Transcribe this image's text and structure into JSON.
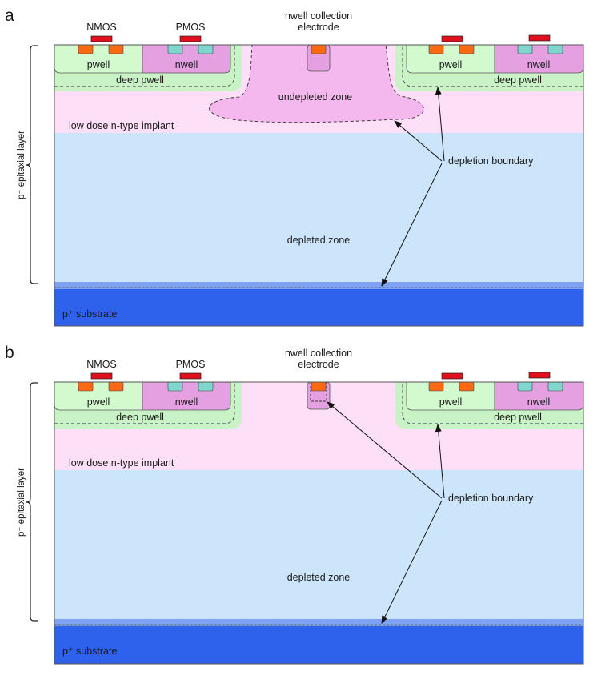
{
  "panels": [
    {
      "letter": "a",
      "nmos": "NMOS",
      "pmos": "PMOS",
      "electrode_line1": "nwell collection",
      "electrode_line2": "electrode",
      "pwell_left": "pwell",
      "nwell_left": "nwell",
      "deep_pwell_left": "deep pwell",
      "pwell_right": "pwell",
      "nwell_right": "nwell",
      "deep_pwell_right": "deep pwell",
      "undepleted_zone": "undepleted zone",
      "implant": "low dose n-type implant",
      "depleted_zone": "depleted zone",
      "depletion_boundary": "depletion boundary",
      "epi_layer": "p⁻ epitaxial layer",
      "substrate": "p⁺ substrate"
    },
    {
      "letter": "b",
      "nmos": "NMOS",
      "pmos": "PMOS",
      "electrode_line1": "nwell collection",
      "electrode_line2": "electrode",
      "pwell_left": "pwell",
      "nwell_left": "nwell",
      "deep_pwell_left": "deep pwell",
      "pwell_right": "pwell",
      "nwell_right": "nwell",
      "deep_pwell_right": "deep pwell",
      "implant": "low dose n-type implant",
      "depleted_zone": "depleted zone",
      "depletion_boundary": "depletion boundary",
      "epi_layer": "p⁻ epitaxial layer",
      "substrate": "p⁺ substrate"
    }
  ],
  "colors": {
    "deep_pwell": "#c9f3c6",
    "well_green": "#d3f9cf",
    "nwell": "#e4a0e0",
    "implant": "#fde0f8",
    "undepleted": "#f5b8ee",
    "depleted": "#cce5fb",
    "substrate": "#2e62ec",
    "substrate_edge": "#7fa3f2",
    "contact_orange": "#fb6a12",
    "contact_teal": "#7fd6cc",
    "gate_red": "#e0101c"
  }
}
